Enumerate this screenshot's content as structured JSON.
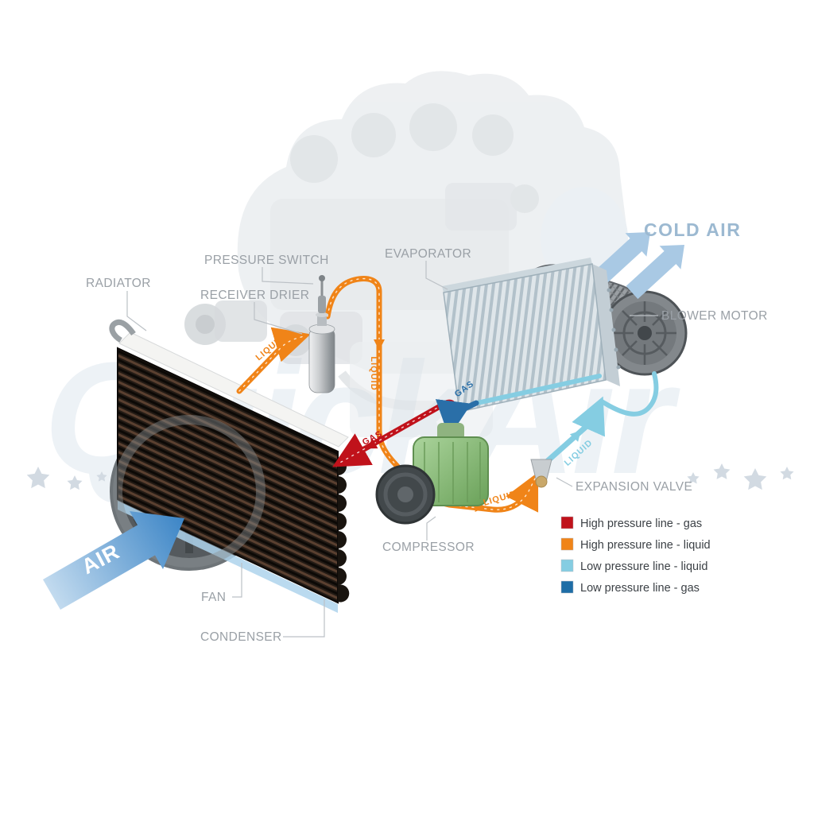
{
  "watermark": {
    "text": "QuickAir"
  },
  "air_flow": {
    "air": "AIR",
    "cold_air": "COLD AIR"
  },
  "component_labels": {
    "radiator": "RADIATOR",
    "pressure_switch": "PRESSURE SWITCH",
    "receiver_drier": "RECEIVER DRIER",
    "evaporator": "EVAPORATOR",
    "blower_motor": "BLOWER MOTOR",
    "expansion_valve": "EXPANSION VALVE",
    "compressor": "COMPRESSOR",
    "fan": "FAN",
    "condenser": "CONDENSER"
  },
  "flow_labels": {
    "condenser_to_drier": "LIQUID",
    "drier_line_down": "LIQUID",
    "compressor_to_condenser": "GAS",
    "evaporator_to_compressor": "GAS",
    "line_to_expansion_valve": "LIQUID",
    "expansion_valve_to_evaporator": "LIQUID"
  },
  "legend": {
    "items": [
      {
        "label": "High pressure line - gas",
        "color": "#c0121b"
      },
      {
        "label": "High pressure line - liquid",
        "color": "#f08418"
      },
      {
        "label": "Low pressure line - liquid",
        "color": "#85cde2"
      },
      {
        "label": "Low pressure line -  gas",
        "color": "#1e6da6"
      }
    ]
  },
  "colors": {
    "high_pressure_gas": "#c0121b",
    "high_pressure_liquid": "#f08418",
    "low_pressure_liquid": "#85cde2",
    "low_pressure_gas": "#2a6fa8",
    "air_arrow_blue": "#4a8fc9",
    "label_gray": "#9aa0a6"
  }
}
